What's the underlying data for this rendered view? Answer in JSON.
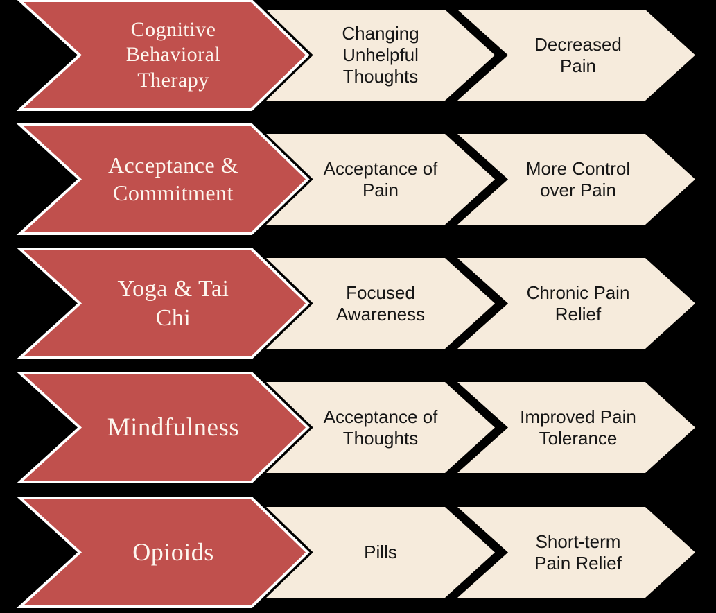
{
  "diagram": {
    "description": "Pain treatment approaches flow diagram: therapy, mechanism, outcome",
    "colors": {
      "background": "#000000",
      "therapy_fill": "#C0504D",
      "therapy_border": "#FFFFFF",
      "therapy_text": "#FDF6EE",
      "outcome_fill": "#F6EBDC",
      "outcome_text": "#161616"
    },
    "rows": [
      {
        "therapy": "Cognitive\nBehavioral\nTherapy",
        "mechanism": "Changing\nUnhelpful\nThoughts",
        "outcome": "Decreased\nPain"
      },
      {
        "therapy": "Acceptance &\nCommitment",
        "mechanism": "Acceptance of\nPain",
        "outcome": "More Control\nover Pain"
      },
      {
        "therapy": "Yoga & Tai\nChi",
        "mechanism": "Focused\nAwareness",
        "outcome": "Chronic Pain\nRelief"
      },
      {
        "therapy": "Mindfulness",
        "mechanism": "Acceptance of\nThoughts",
        "outcome": "Improved Pain\nTolerance"
      },
      {
        "therapy": "Opioids",
        "mechanism": "Pills",
        "outcome": "Short-term\nPain Relief"
      }
    ]
  }
}
